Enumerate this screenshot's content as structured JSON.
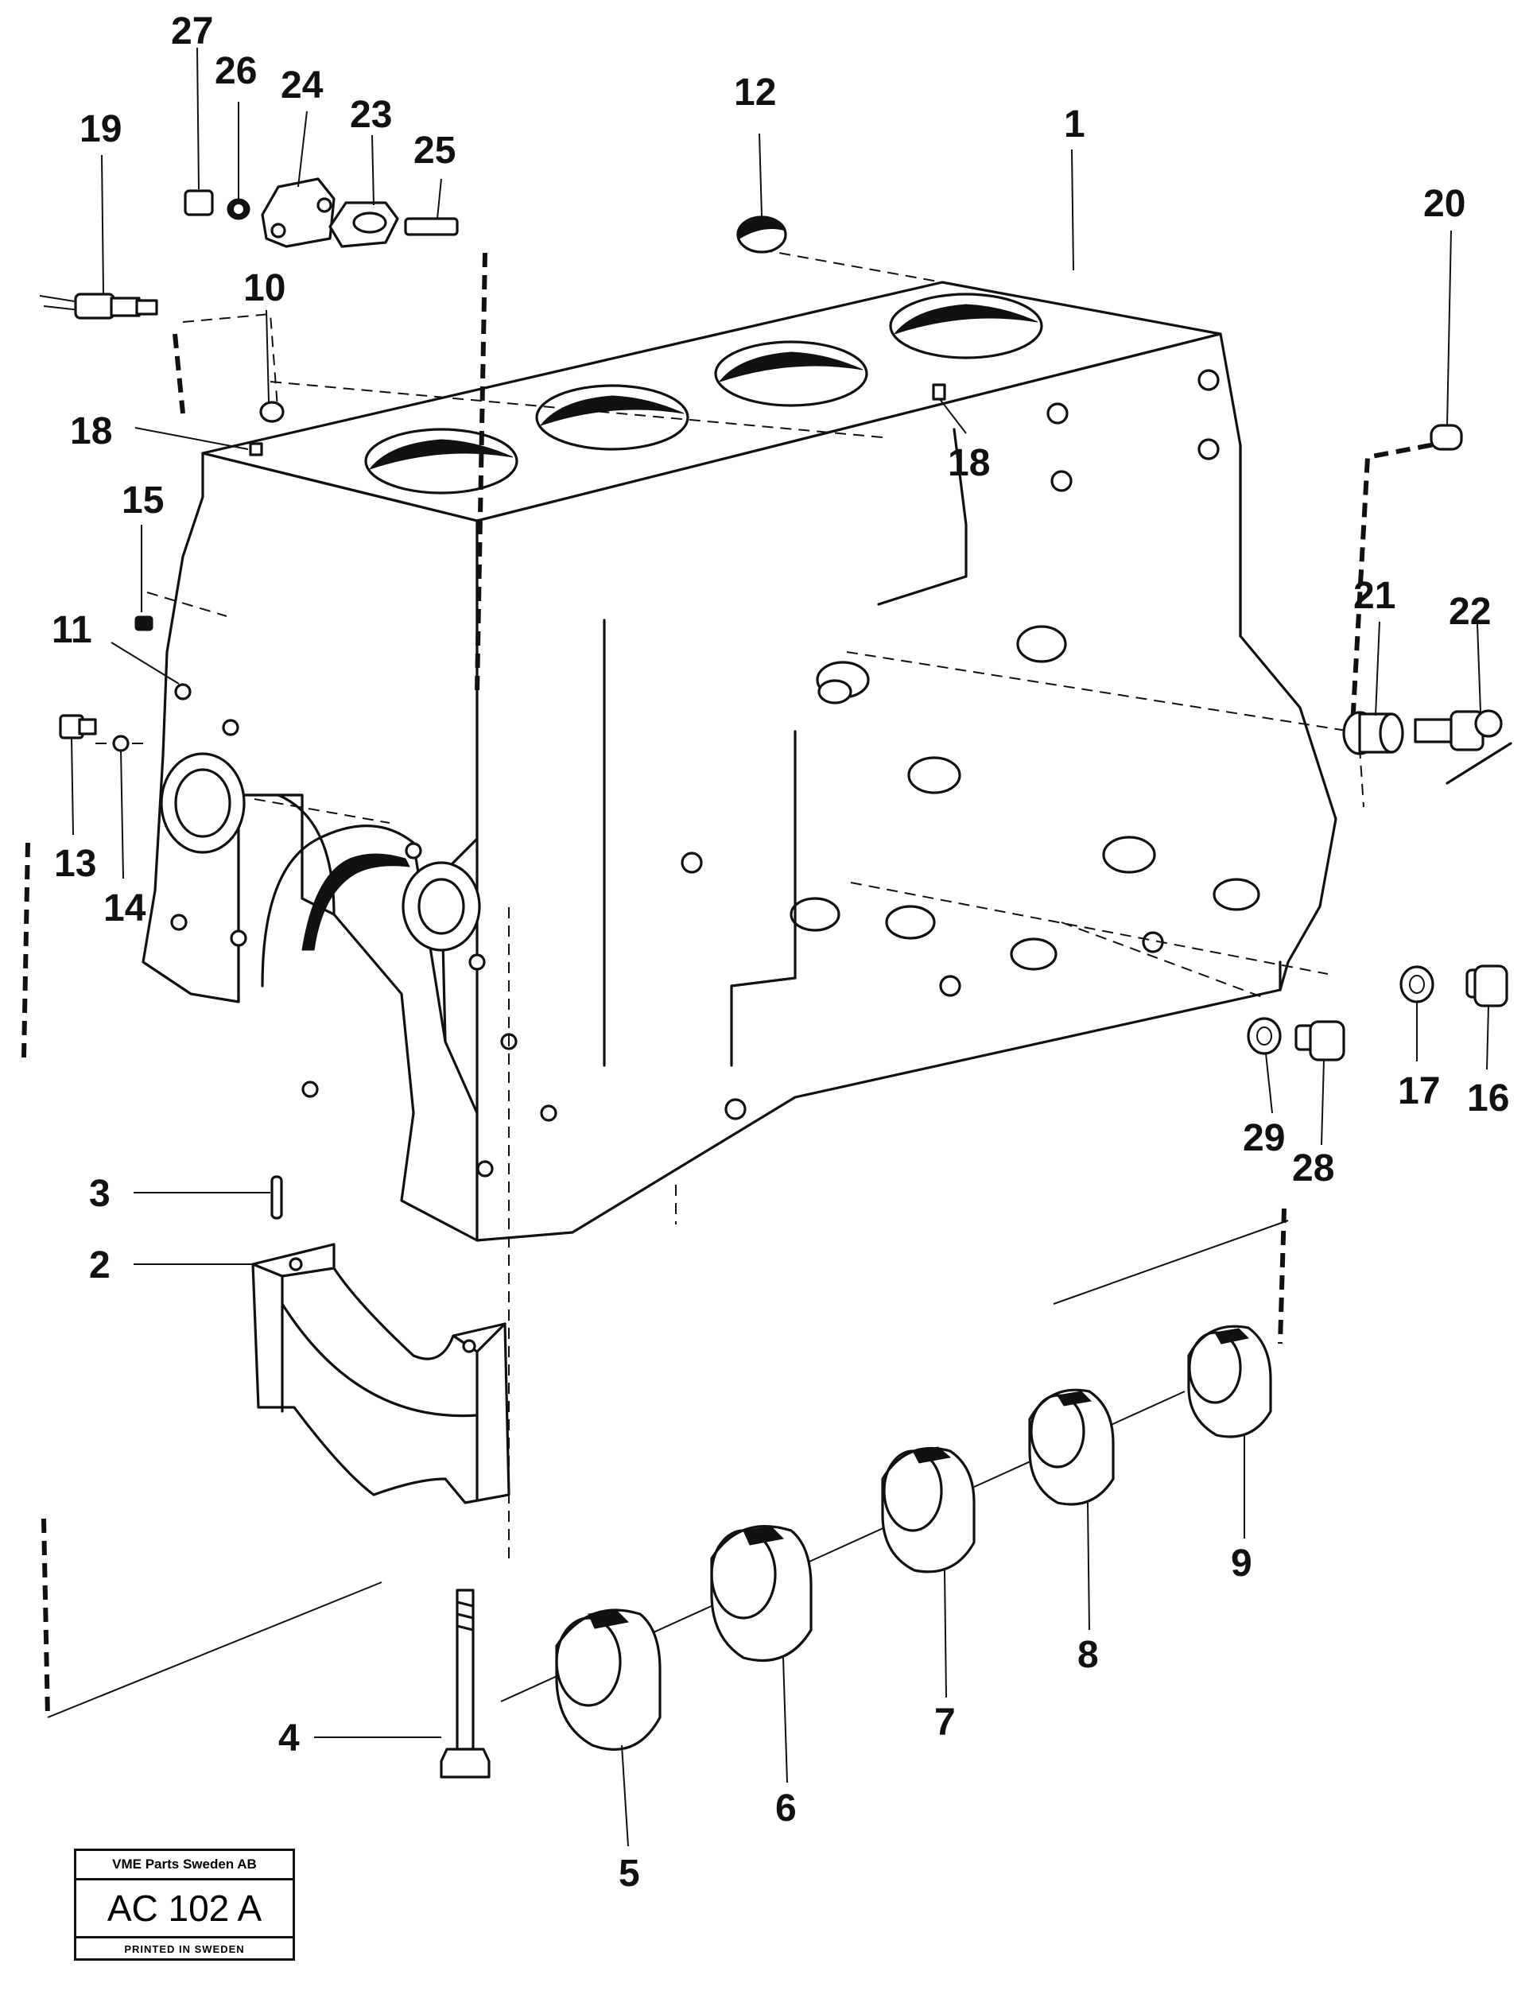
{
  "title_block": {
    "company": "VME Parts Sweden AB",
    "code": "AC 102 A",
    "printed": "PRINTED IN SWEDEN"
  },
  "callouts": {
    "c1": "1",
    "c2": "2",
    "c3": "3",
    "c4": "4",
    "c5": "5",
    "c6": "6",
    "c7": "7",
    "c8": "8",
    "c9": "9",
    "c10": "10",
    "c11": "11",
    "c12": "12",
    "c13": "13",
    "c14": "14",
    "c15": "15",
    "c16": "16",
    "c17": "17",
    "c18a": "18",
    "c18b": "18",
    "c19": "19",
    "c20": "20",
    "c21": "21",
    "c22": "22",
    "c23": "23",
    "c24": "24",
    "c25": "25",
    "c26": "26",
    "c27": "27",
    "c28": "28",
    "c29": "29"
  }
}
